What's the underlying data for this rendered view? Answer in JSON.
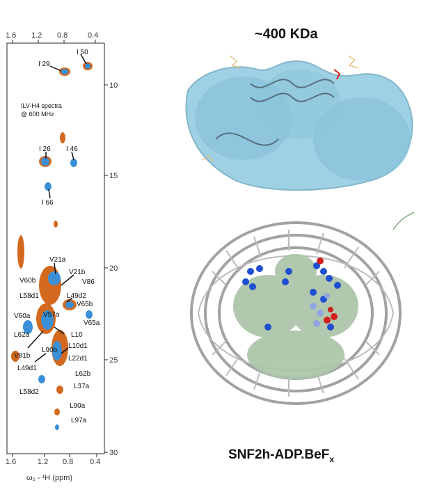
{
  "spectrum": {
    "top_ticks": [
      "1.6",
      "1.2",
      "0.8",
      "0.4"
    ],
    "bottom_ticks": [
      "1.6",
      "1.2",
      "0.8",
      "0.4"
    ],
    "y_ticks": [
      "10",
      "15",
      "20",
      "25",
      "30"
    ],
    "spectrum_note_line1": "ILV-H4 spectra",
    "spectrum_note_line2": "@ 600 MHz",
    "x_axis_label": "ω₂ - ¹H (ppm)",
    "peaks": [
      "I 50",
      "I 29",
      "I 26",
      "I 46",
      "I 66",
      "V21a",
      "V21b",
      "V60b",
      "V86",
      "L58d1",
      "L49d2",
      "V65b",
      "V60a",
      "V57a",
      "V65a",
      "L62a",
      "L10",
      "L90b",
      "L10d1",
      "V81b",
      "L22d1",
      "L49d1",
      "L62b",
      "L37a",
      "L58d2",
      "L90a",
      "L97a"
    ]
  },
  "density_title": "~400 KDa",
  "complex_label_main": "SNF2h-ADP.BeF",
  "complex_label_sub": "x",
  "colors": {
    "contour_orange": "#d2691e",
    "contour_blue": "#3a8fd6",
    "density_blue": "#8ec9df",
    "histone_green": "#a9c3a6",
    "dna_gray": "#999999",
    "residue_blue": "#1f4fd1",
    "residue_red": "#d11f1f"
  }
}
